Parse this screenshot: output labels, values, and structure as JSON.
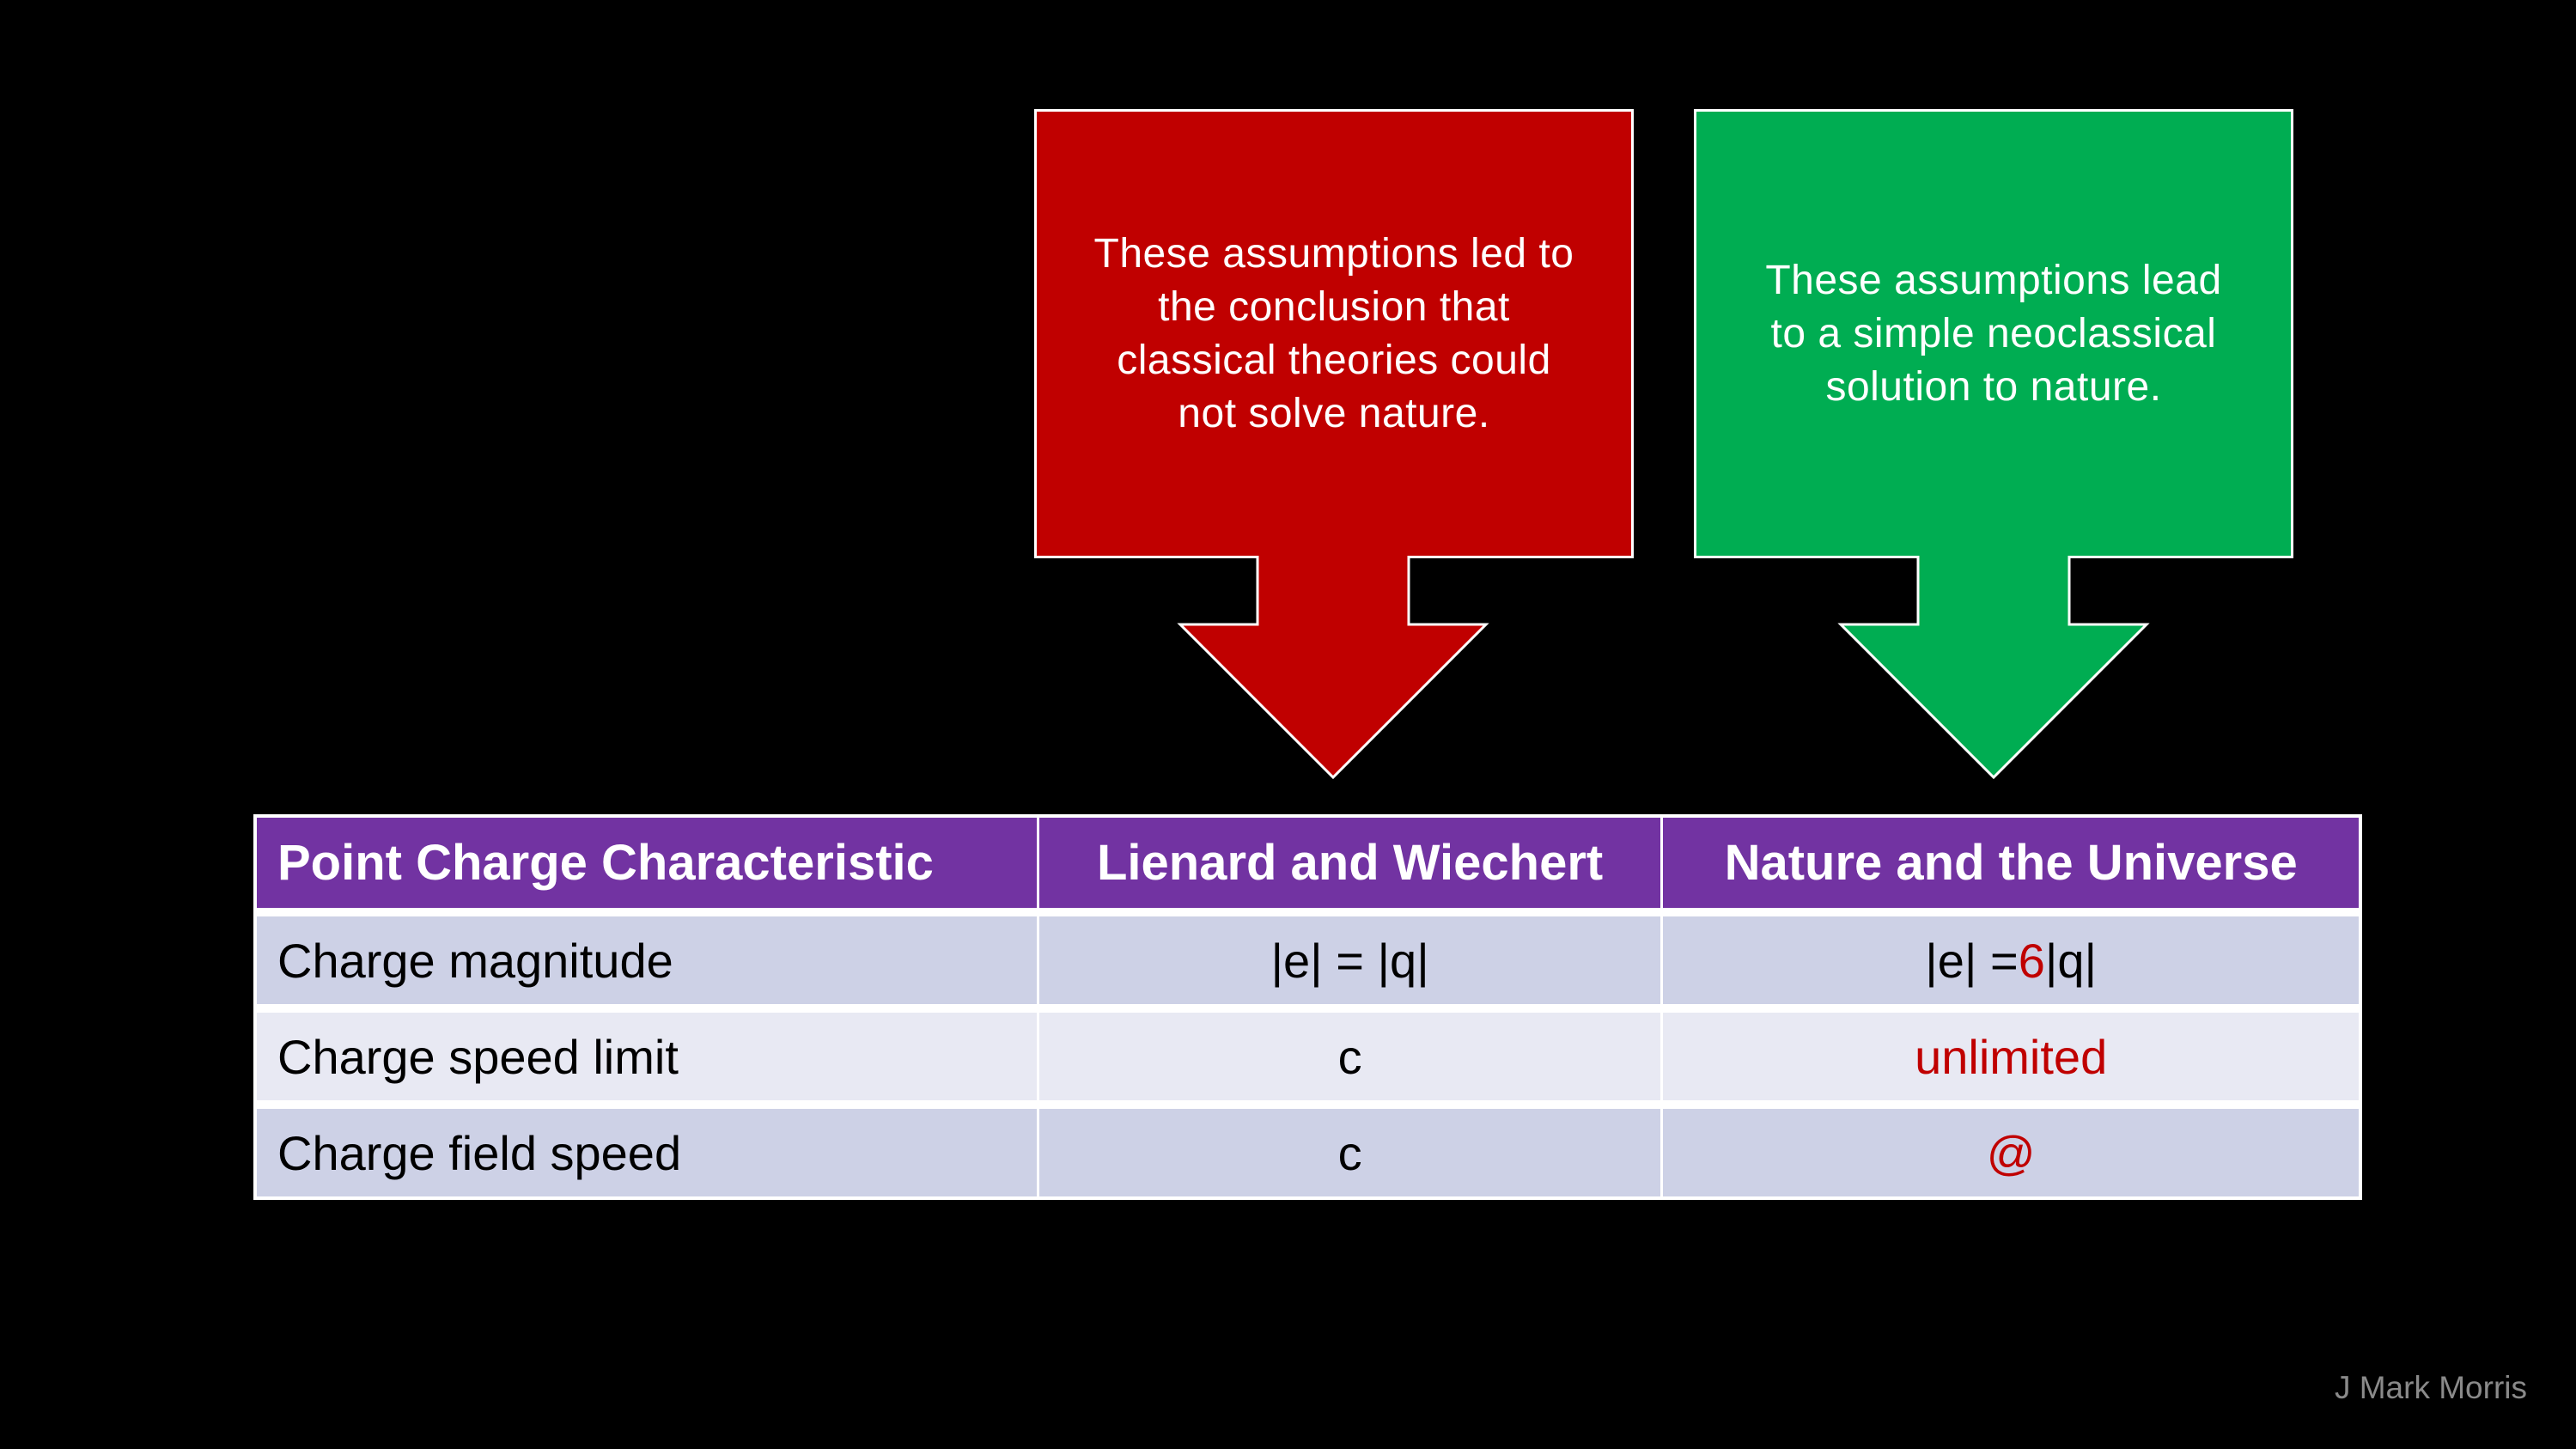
{
  "slide": {
    "background": "#000000",
    "attribution": "J Mark Morris",
    "attribution_color": "#8a8a8a"
  },
  "callouts": [
    {
      "name": "classical",
      "color": "#c00000",
      "text": "These assumptions led to\nthe conclusion that\nclassical theories could\nnot solve nature."
    },
    {
      "name": "neoclassical",
      "color": "#00ad52",
      "text": "These assumptions lead\nto a simple neoclassical\nsolution to nature."
    }
  ],
  "table": {
    "header_bg": "#7233a2",
    "header_text_color": "#ffffff",
    "row_bg_odd": "#cdd1e6",
    "row_bg_even": "#e8e9f3",
    "accent_color": "#c00000",
    "text_color": "#000000",
    "border_color": "#ffffff",
    "columns": [
      "Point Charge Characteristic",
      "Lienard and Wiechert",
      "Nature and the Universe"
    ],
    "rows": [
      {
        "characteristic": "Charge magnitude",
        "lienard": "|e| = |q|",
        "nature": {
          "pre": "|e| = ",
          "accent": "6",
          "post": "|q|"
        }
      },
      {
        "characteristic": "Charge speed limit",
        "lienard": "c",
        "nature": {
          "pre": "",
          "accent": "unlimited",
          "post": ""
        }
      },
      {
        "characteristic": "Charge field speed",
        "lienard": "c",
        "nature": {
          "pre": "",
          "accent": "@",
          "post": ""
        }
      }
    ]
  }
}
